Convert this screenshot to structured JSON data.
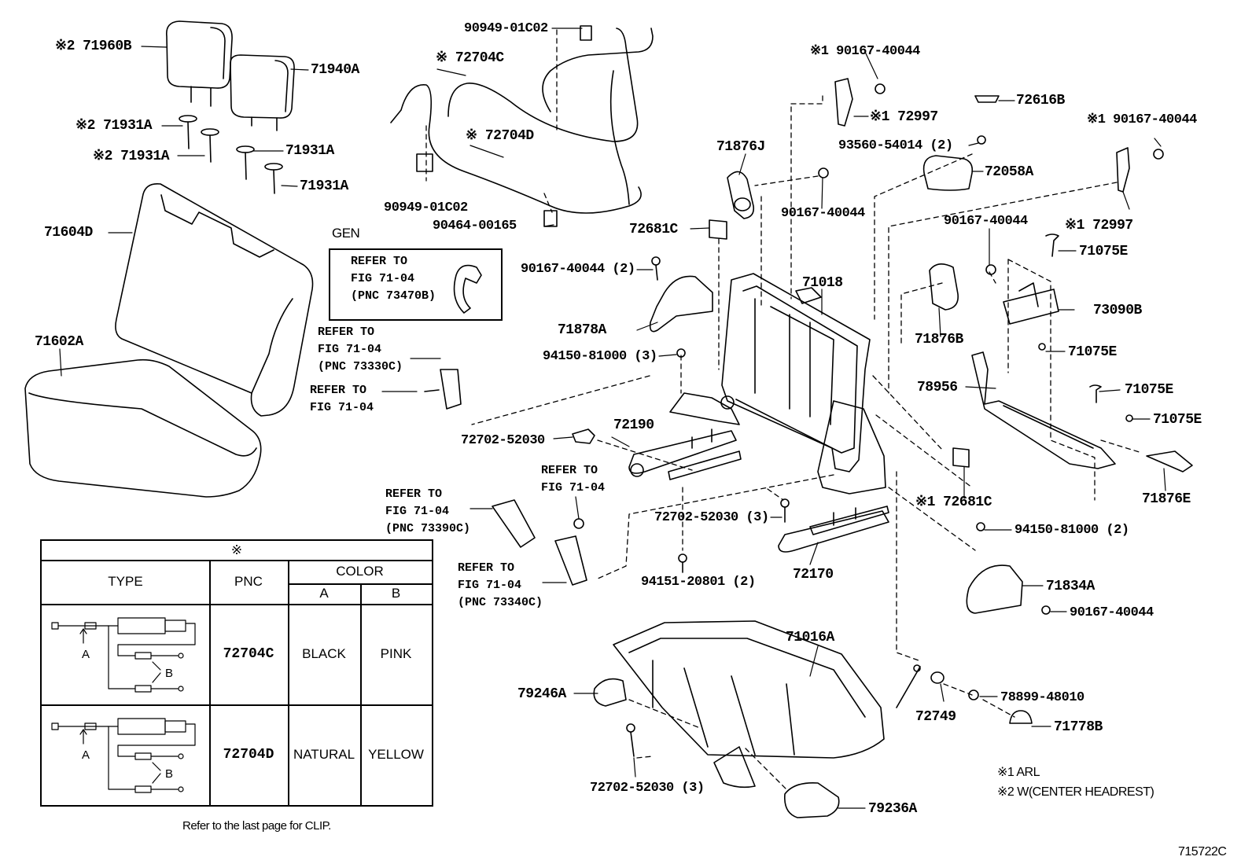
{
  "figure_code": "715722C",
  "parts": {
    "p71960B": "※2 71960B",
    "p71940A": "71940A",
    "p71931A_1": "※2 71931A",
    "p71931A_2": "※2 71931A",
    "p71931A_3": "71931A",
    "p71931A_4": "71931A",
    "p71604D": "71604D",
    "p71602A": "71602A",
    "p90949_top": "90949-01C02",
    "p72704C": "※ 72704C",
    "p72704D": "※ 72704D",
    "p90949_bottom": "90949-01C02",
    "p90464": "90464-00165",
    "p90167_top": "※1 90167-40044",
    "p72997_left": "※1 72997",
    "p72616B": "72616B",
    "p93560": "93560-54014 (2)",
    "p90167_right_top": "※1 90167-40044",
    "p71876J": "71876J",
    "p72058A": "72058A",
    "p90167_mid": "90167-40044",
    "p72681C_top": "72681C",
    "p72997_right": "※1 72997",
    "p90167_right_mid": "90167-40044",
    "p90167_2": "90167-40044 (2)",
    "p71075E_1": "71075E",
    "p71018": "71018",
    "p73090B": "73090B",
    "p71878A": "71878A",
    "p71876B": "71876B",
    "p71075E_2": "71075E",
    "p94150_3": "94150-81000 (3)",
    "p78956": "78956",
    "p71075E_3": "71075E",
    "p71075E_4": "71075E",
    "p72702_top": "72702-52030",
    "p72190": "72190",
    "p71876E": "71876E",
    "p72681C_bottom": "※1 72681C",
    "p72702_3": "72702-52030 (3)",
    "p94150_2": "94150-81000 (2)",
    "p94151": "94151-20801 (2)",
    "p72170": "72170",
    "p71834A": "71834A",
    "p90167_bottom": "90167-40044",
    "p71016A": "71016A",
    "p79246A": "79246A",
    "p78899": "78899-48010",
    "p72749": "72749",
    "p71778B": "71778B",
    "p72702_bottom": "72702-52030 (3)",
    "p79236A": "79236A"
  },
  "refs": {
    "gen_title": "GEN",
    "gen_box": "REFER TO\nFIG 71-04\n(PNC 73470B)",
    "ref_73330C": "REFER TO\nFIG 71-04\n(PNC 73330C)",
    "ref_plain": "REFER TO\nFIG 71-04",
    "ref_mid": "REFER TO\nFIG 71-04",
    "ref_73390C": "REFER TO\nFIG 71-04\n(PNC 73390C)",
    "ref_73340C": "REFER TO\nFIG 71-04\n(PNC 73340C)"
  },
  "table": {
    "header_mark": "※",
    "col_type": "TYPE",
    "col_pnc": "PNC",
    "col_color": "COLOR",
    "col_a": "A",
    "col_b": "B",
    "rows": [
      {
        "pnc": "72704C",
        "a": "BLACK",
        "b": "PINK",
        "label_a": "A",
        "label_b": "B"
      },
      {
        "pnc": "72704D",
        "a": "NATURAL",
        "b": "YELLOW",
        "label_a": "A",
        "label_b": "B"
      }
    ],
    "footnote": "Refer to the last page for CLIP."
  },
  "notes": {
    "n1": "※1  ARL",
    "n2": "※2  W(CENTER HEADREST)"
  }
}
